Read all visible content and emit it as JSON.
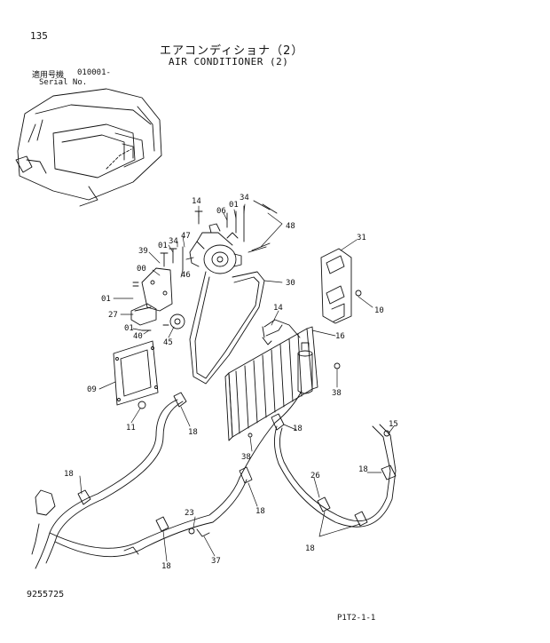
{
  "header": {
    "page_number": "135",
    "title_jp": "エアコンディショナ（2）",
    "title_en": "AIR CONDITIONER (2)",
    "serial_label_jp": "適用号機",
    "serial_value": "010001-",
    "serial_label_en": "Serial No."
  },
  "footer": {
    "doc_number": "9255725",
    "sheet_code": "P1T2-1-1"
  },
  "callouts": {
    "c14a": "14",
    "c34a": "34",
    "c06": "06",
    "c01a": "01",
    "c48": "48",
    "c39": "39",
    "c01b": "01",
    "c34b": "34",
    "c47": "47",
    "c31": "31",
    "c00": "00",
    "c46": "46",
    "c30": "30",
    "c01c": "01",
    "c10": "10",
    "c27": "27",
    "c14b": "14",
    "c01d": "01",
    "c40": "40",
    "c45": "45",
    "c16": "16",
    "c09": "09",
    "c38a": "38",
    "c11": "11",
    "c18a": "18",
    "c18b": "18",
    "c15": "15",
    "c38b": "38",
    "c18c": "18",
    "c26": "26",
    "c18d": "18",
    "c18e": "18",
    "c23": "23",
    "c18f": "18",
    "c18g": "18",
    "c37": "37"
  }
}
